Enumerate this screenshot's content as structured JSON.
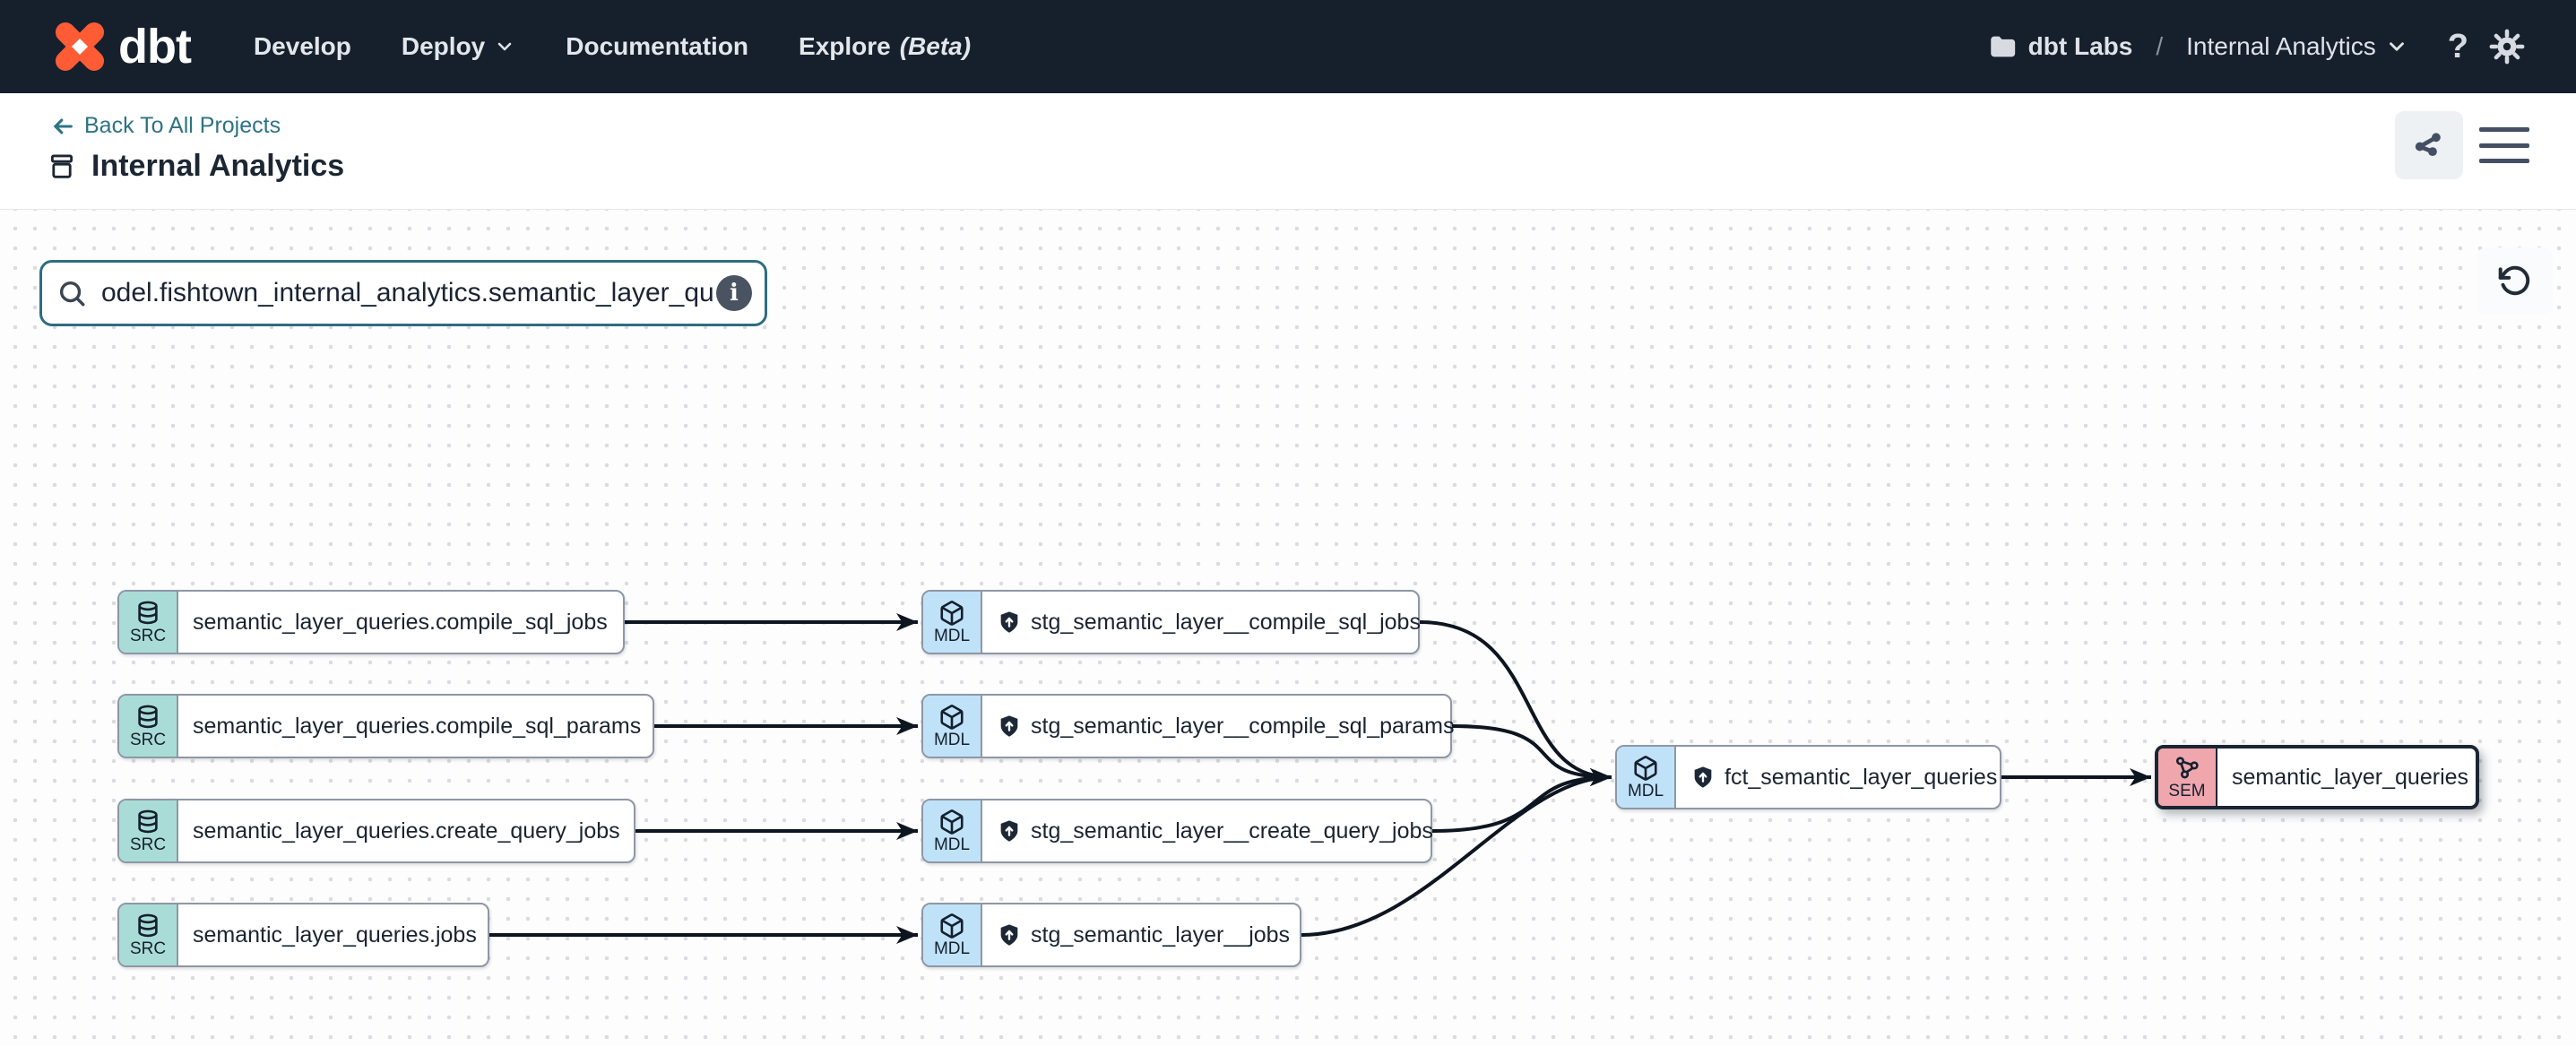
{
  "nav": {
    "brand": "dbt",
    "items": [
      {
        "label": "Develop",
        "chevron": false
      },
      {
        "label": "Deploy",
        "chevron": true
      },
      {
        "label": "Documentation",
        "chevron": false
      },
      {
        "label": "Explore",
        "suffix": "(Beta)",
        "chevron": false
      }
    ],
    "account_org": "dbt Labs",
    "account_sep": "/",
    "account_project": "Internal Analytics",
    "help_label": "?"
  },
  "header": {
    "back_link": "Back To All Projects",
    "title": "Internal Analytics"
  },
  "canvas": {
    "search_value": "odel.fishtown_internal_analytics.semantic_layer_queries",
    "info_label": "i"
  },
  "graph": {
    "nodes": [
      {
        "id": "src1",
        "kind": "SRC",
        "label": "semantic_layer_queries.compile_sql_jobs",
        "shield": false,
        "selected": false
      },
      {
        "id": "src2",
        "kind": "SRC",
        "label": "semantic_layer_queries.compile_sql_params",
        "shield": false,
        "selected": false
      },
      {
        "id": "src3",
        "kind": "SRC",
        "label": "semantic_layer_queries.create_query_jobs",
        "shield": false,
        "selected": false
      },
      {
        "id": "src4",
        "kind": "SRC",
        "label": "semantic_layer_queries.jobs",
        "shield": false,
        "selected": false
      },
      {
        "id": "mdl1",
        "kind": "MDL",
        "label": "stg_semantic_layer__compile_sql_jobs",
        "shield": true,
        "selected": false
      },
      {
        "id": "mdl2",
        "kind": "MDL",
        "label": "stg_semantic_layer__compile_sql_params",
        "shield": true,
        "selected": false
      },
      {
        "id": "mdl3",
        "kind": "MDL",
        "label": "stg_semantic_layer__create_query_jobs",
        "shield": true,
        "selected": false
      },
      {
        "id": "mdl4",
        "kind": "MDL",
        "label": "stg_semantic_layer__jobs",
        "shield": true,
        "selected": false
      },
      {
        "id": "fct",
        "kind": "MDL",
        "label": "fct_semantic_layer_queries",
        "shield": true,
        "selected": false
      },
      {
        "id": "sem",
        "kind": "SEM",
        "label": "semantic_layer_queries",
        "shield": false,
        "selected": true
      }
    ],
    "edges": [
      [
        "src1",
        "mdl1"
      ],
      [
        "src2",
        "mdl2"
      ],
      [
        "src3",
        "mdl3"
      ],
      [
        "src4",
        "mdl4"
      ],
      [
        "mdl1",
        "fct"
      ],
      [
        "mdl2",
        "fct"
      ],
      [
        "mdl3",
        "fct"
      ],
      [
        "mdl4",
        "fct"
      ],
      [
        "fct",
        "sem"
      ]
    ]
  },
  "colors": {
    "nav_bg": "#16202d",
    "logo_orange": "#ff5c35",
    "accent_teal": "#2e7383",
    "src_badge": "#a9dcd7",
    "mdl_badge": "#bfe2f8",
    "sem_badge": "#f0a6ad",
    "edge": "#0d1520"
  }
}
